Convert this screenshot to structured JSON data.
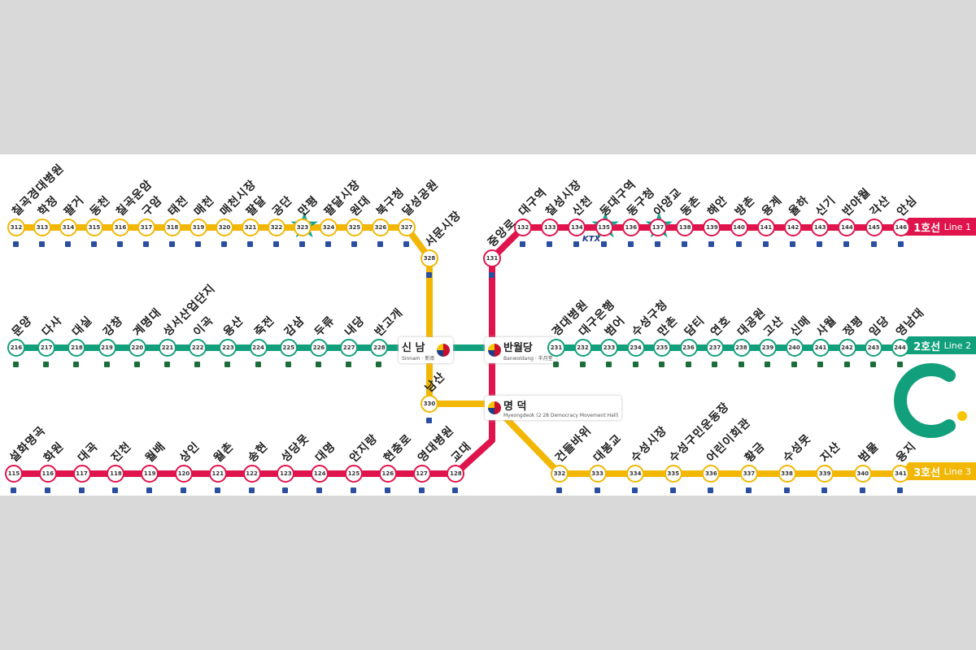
{
  "colors": {
    "line1": "#e0144c",
    "line2": "#12a07c",
    "line3": "#f2b705"
  },
  "line1": {
    "badge": "1호선",
    "badge_en": "Line 1",
    "bottom": [
      [
        "115",
        "설화명곡"
      ],
      [
        "116",
        "화원"
      ],
      [
        "117",
        "대곡"
      ],
      [
        "118",
        "진천"
      ],
      [
        "119",
        "월배"
      ],
      [
        "120",
        "상인"
      ],
      [
        "121",
        "월촌"
      ],
      [
        "122",
        "송현"
      ],
      [
        "123",
        "성당못"
      ],
      [
        "124",
        "대명"
      ],
      [
        "125",
        "안지랑"
      ],
      [
        "126",
        "현충로"
      ],
      [
        "127",
        "영대병원"
      ],
      [
        "128",
        "교대"
      ]
    ],
    "top": [
      [
        "132",
        "대구역"
      ],
      [
        "133",
        "칠성시장"
      ],
      [
        "134",
        "신천"
      ],
      [
        "135",
        "동대구역"
      ],
      [
        "136",
        "동구청"
      ],
      [
        "137",
        "아양교"
      ],
      [
        "138",
        "동촌"
      ],
      [
        "139",
        "해안"
      ],
      [
        "140",
        "방촌"
      ],
      [
        "141",
        "용계"
      ],
      [
        "142",
        "율하"
      ],
      [
        "143",
        "신기"
      ],
      [
        "144",
        "반야월"
      ],
      [
        "145",
        "각산"
      ],
      [
        "146",
        "안심"
      ]
    ],
    "vertical": [
      [
        "131",
        "중앙로"
      ]
    ]
  },
  "line2": {
    "badge": "2호선",
    "badge_en": "Line 2",
    "left": [
      [
        "216",
        "문양"
      ],
      [
        "217",
        "다사"
      ],
      [
        "218",
        "대실"
      ],
      [
        "219",
        "강창"
      ],
      [
        "220",
        "계명대"
      ],
      [
        "221",
        "성서산업단지"
      ],
      [
        "222",
        "이곡"
      ],
      [
        "223",
        "용산"
      ],
      [
        "224",
        "죽전"
      ],
      [
        "225",
        "감삼"
      ],
      [
        "226",
        "두류"
      ],
      [
        "227",
        "내당"
      ],
      [
        "228",
        "반고개"
      ]
    ],
    "right": [
      [
        "231",
        "경대병원"
      ],
      [
        "232",
        "대구은행"
      ],
      [
        "233",
        "범어"
      ],
      [
        "234",
        "수성구청"
      ],
      [
        "235",
        "만촌"
      ],
      [
        "236",
        "담티"
      ],
      [
        "237",
        "연호"
      ],
      [
        "238",
        "대공원"
      ],
      [
        "239",
        "고산"
      ],
      [
        "240",
        "신매"
      ],
      [
        "241",
        "사월"
      ],
      [
        "242",
        "정평"
      ],
      [
        "243",
        "임당"
      ],
      [
        "244",
        "영남대"
      ]
    ]
  },
  "line3": {
    "badge": "3호선",
    "badge_en": "Line 3",
    "top": [
      [
        "312",
        "칠곡경대병원"
      ],
      [
        "313",
        "학정"
      ],
      [
        "314",
        "팔거"
      ],
      [
        "315",
        "동천"
      ],
      [
        "316",
        "칠곡운암"
      ],
      [
        "317",
        "구암"
      ],
      [
        "318",
        "태전"
      ],
      [
        "319",
        "매천"
      ],
      [
        "320",
        "매천시장"
      ],
      [
        "321",
        "팔달"
      ],
      [
        "322",
        "공단"
      ],
      [
        "323",
        "만평"
      ],
      [
        "324",
        "팔달시장"
      ],
      [
        "325",
        "원대"
      ],
      [
        "326",
        "북구청"
      ],
      [
        "327",
        "달성공원"
      ]
    ],
    "vertical": [
      [
        "328",
        "서문시장"
      ],
      [
        "330",
        "남산"
      ]
    ],
    "bottom": [
      [
        "332",
        "건들바위"
      ],
      [
        "333",
        "대봉교"
      ],
      [
        "334",
        "수성시장"
      ],
      [
        "335",
        "수성구민운동장"
      ],
      [
        "336",
        "어린이회관"
      ],
      [
        "337",
        "황금"
      ],
      [
        "338",
        "수성못"
      ],
      [
        "339",
        "지산"
      ],
      [
        "340",
        "범물"
      ],
      [
        "341",
        "용지"
      ]
    ]
  },
  "transfers": {
    "sinnam": {
      "name": "신 남",
      "sub": "Sinnam · 新南"
    },
    "banwoldang": {
      "name": "반월당",
      "sub": "Banwoldang · 半月堂"
    },
    "myeongdeok": {
      "name": "명 덕",
      "sub": "Myeongdeok (2·28 Democracy Movement Hall)"
    }
  },
  "ktx": "KTX"
}
